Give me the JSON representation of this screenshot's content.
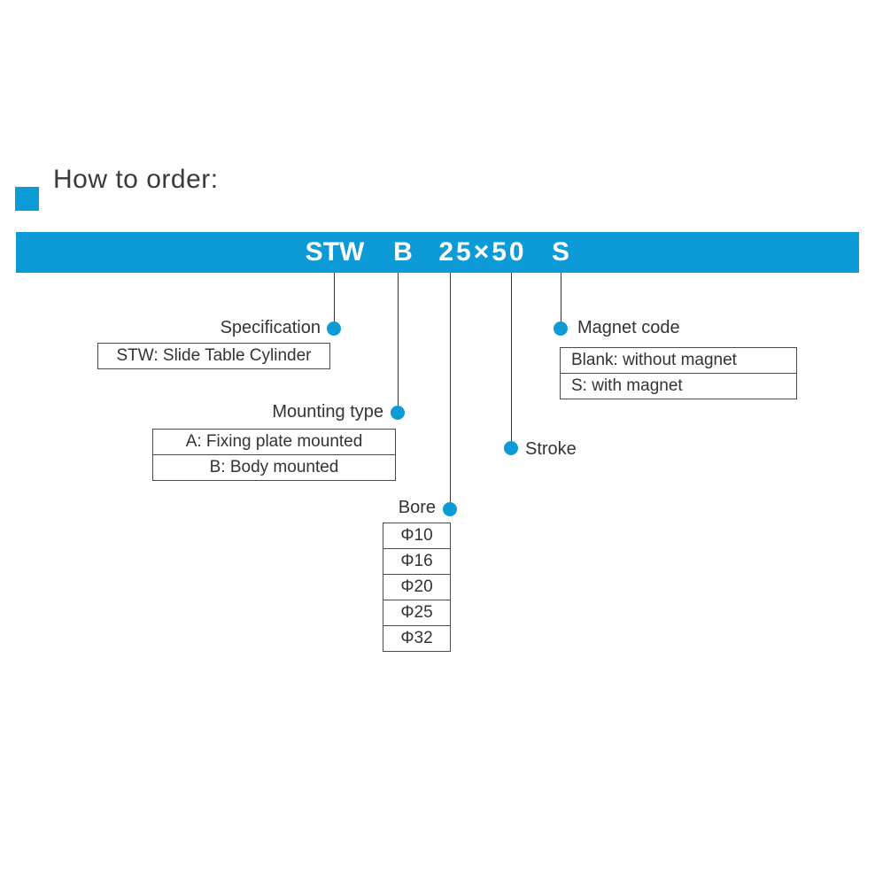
{
  "page": {
    "title": "How to order:"
  },
  "banner": {
    "parts": [
      "STW",
      "B",
      "25×50",
      "S"
    ]
  },
  "callouts": {
    "specification": {
      "label": "Specification",
      "options": [
        "STW: Slide Table Cylinder"
      ]
    },
    "mounting_type": {
      "label": "Mounting type",
      "options": [
        "A: Fixing plate mounted",
        "B: Body mounted"
      ]
    },
    "bore": {
      "label": "Bore",
      "options": [
        "Φ10",
        "Φ16",
        "Φ20",
        "Φ25",
        "Φ32"
      ]
    },
    "stroke": {
      "label": "Stroke"
    },
    "magnet_code": {
      "label": "Magnet code",
      "options": [
        "Blank: without magnet",
        "S: with magnet"
      ]
    }
  },
  "colors": {
    "accent_blue": "#0d9bd7"
  }
}
